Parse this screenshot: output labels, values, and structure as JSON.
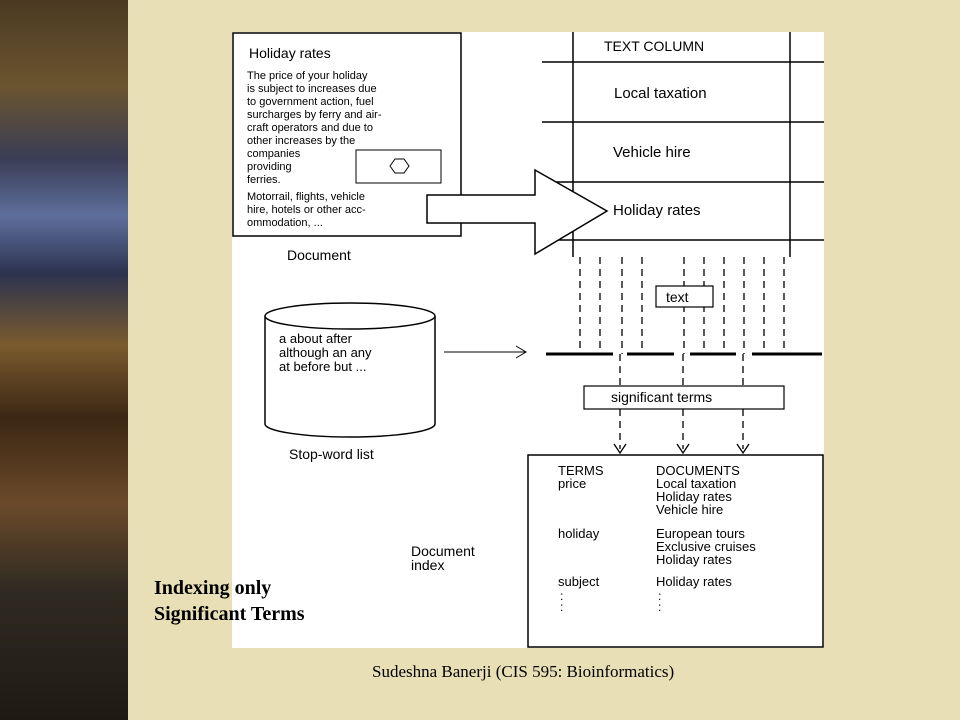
{
  "document_box": {
    "title": "Holiday rates",
    "body_lines": [
      "The price of your holiday",
      "is subject to increases due",
      "to government action, fuel",
      "surcharges by ferry and air-",
      "craft operators and due to",
      "other increases by the",
      "companies",
      "providing",
      "ferries."
    ],
    "tail_lines": [
      "Motorrail, flights, vehicle",
      "hire, hotels or other acc-",
      "ommodation, ..."
    ],
    "label": "Document"
  },
  "text_column": {
    "header": "TEXT COLUMN",
    "rows": [
      "Local taxation",
      "Vehicle hire",
      "Holiday rates"
    ]
  },
  "stopword": {
    "lines": [
      "a  about  after",
      "although  an  any",
      "at  before  but  ..."
    ],
    "label": "Stop-word list"
  },
  "flow": {
    "text_label": "text",
    "significant_label": "significant terms"
  },
  "index": {
    "label_lines": [
      "Document",
      "index"
    ],
    "terms_header": "TERMS",
    "documents_header": "DOCUMENTS",
    "entries": [
      {
        "term": "price",
        "docs": [
          "Local taxation",
          "Holiday rates",
          "Vehicle hire"
        ]
      },
      {
        "term": "holiday",
        "docs": [
          "European tours",
          "Exclusive cruises",
          "Holiday rates"
        ]
      },
      {
        "term": "subject",
        "docs": [
          "Holiday rates"
        ]
      }
    ],
    "ellipsis": ":"
  },
  "caption": [
    "Indexing only",
    "Significant Terms"
  ],
  "footer": "Sudeshna Banerji (CIS 595: Bioinformatics)"
}
